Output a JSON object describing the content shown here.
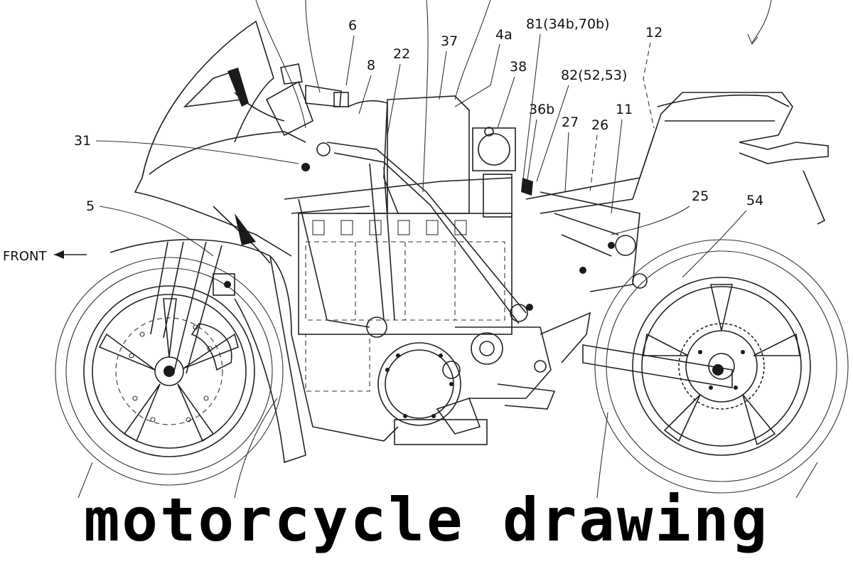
{
  "caption": "motorcycle drawing",
  "direction_label": "FRONT",
  "reference_labels": [
    {
      "id": "6",
      "text": "6"
    },
    {
      "id": "22",
      "text": "22"
    },
    {
      "id": "37",
      "text": "37"
    },
    {
      "id": "4a",
      "text": "4a"
    },
    {
      "id": "81",
      "text": "81(34b,70b)"
    },
    {
      "id": "12",
      "text": "12"
    },
    {
      "id": "8",
      "text": "8"
    },
    {
      "id": "38",
      "text": "38"
    },
    {
      "id": "82",
      "text": "82(52,53)"
    },
    {
      "id": "36b",
      "text": "36b"
    },
    {
      "id": "27",
      "text": "27"
    },
    {
      "id": "26",
      "text": "26"
    },
    {
      "id": "11",
      "text": "11"
    },
    {
      "id": "31",
      "text": "31"
    },
    {
      "id": "5",
      "text": "5"
    },
    {
      "id": "25",
      "text": "25"
    },
    {
      "id": "54",
      "text": "54"
    }
  ]
}
